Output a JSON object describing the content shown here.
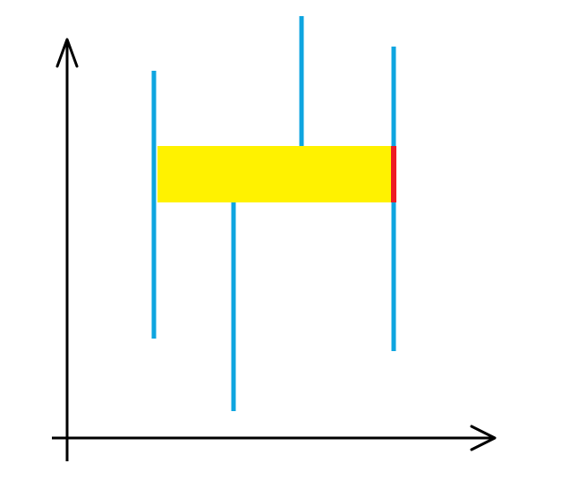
{
  "diagram": {
    "background_color": "#ffffff",
    "axis_color": "#000000",
    "line_color": "#0ea5e0",
    "band_fill": "#fff200",
    "band_edge_color": "#ee1c24",
    "axes": {
      "has_x_arrow": true,
      "has_y_arrow": true
    },
    "vertical_lines": [
      {
        "id": "line-1",
        "from": "top",
        "to": "bottom"
      },
      {
        "id": "line-2",
        "from": "band",
        "to": "bottom"
      },
      {
        "id": "line-3",
        "from": "top",
        "to": "band"
      },
      {
        "id": "line-4",
        "from": "top",
        "to": "bottom"
      }
    ],
    "band": {
      "has_right_edge_marker": true
    }
  }
}
